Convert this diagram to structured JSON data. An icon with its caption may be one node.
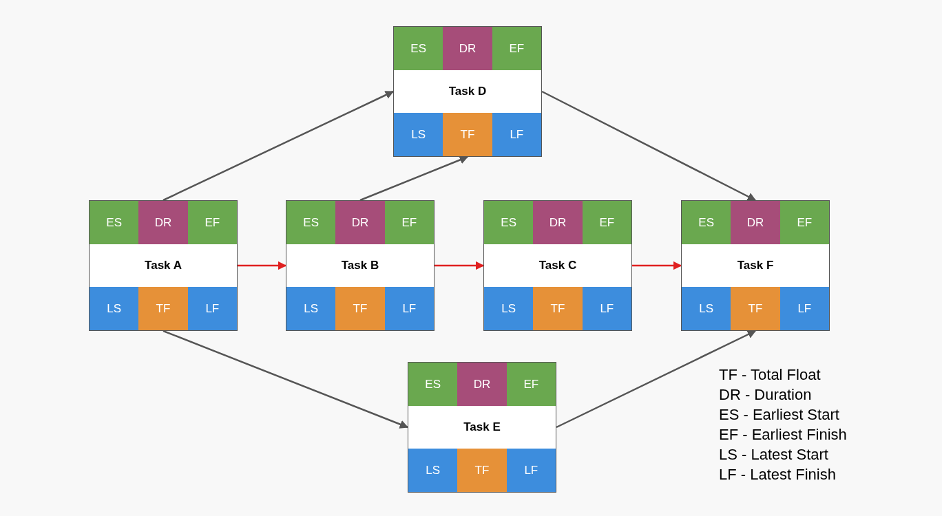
{
  "diagram": {
    "nodes": [
      {
        "text": [],
        "shape": "box"
      },
      {
        "text": [
          "ES"
        ],
        "in": 0
      },
      {
        "text": [
          "DR"
        ],
        "in": 0
      },
      {
        "text": [
          "EF"
        ],
        "in": 0
      },
      {
        "text": [
          "Task D"
        ],
        "in": 0
      },
      {
        "text": [
          "LS"
        ],
        "in": 0
      },
      {
        "text": [
          "TF"
        ],
        "in": 0
      },
      {
        "text": [
          "LF"
        ],
        "in": 0
      },
      {
        "text": [],
        "shape": "box"
      },
      {
        "text": [
          "ES"
        ],
        "in": 8
      },
      {
        "text": [
          "DR"
        ],
        "in": 8
      },
      {
        "text": [
          "EF"
        ],
        "in": 8
      },
      {
        "text": [
          "Task A"
        ],
        "in": 8
      },
      {
        "text": [
          "LS"
        ],
        "in": 8
      },
      {
        "text": [
          "TF"
        ],
        "in": 8
      },
      {
        "text": [
          "LF"
        ],
        "in": 8
      },
      {
        "text": [],
        "shape": "box"
      },
      {
        "text": [
          "ES"
        ],
        "in": 16
      },
      {
        "text": [
          "DR"
        ],
        "in": 16
      },
      {
        "text": [
          "EF"
        ],
        "in": 16
      },
      {
        "text": [
          "Task B"
        ],
        "in": 16
      },
      {
        "text": [
          "LS"
        ],
        "in": 16
      },
      {
        "text": [
          "TF"
        ],
        "in": 16
      },
      {
        "text": [
          "LF"
        ],
        "in": 16
      },
      {
        "text": [],
        "shape": "box"
      },
      {
        "text": [
          "ES"
        ],
        "in": 24
      },
      {
        "text": [
          "DR"
        ],
        "in": 24
      },
      {
        "text": [
          "EF"
        ],
        "in": 24
      },
      {
        "text": [
          "Task C"
        ],
        "in": 24
      },
      {
        "text": [
          "LS"
        ],
        "in": 24
      },
      {
        "text": [
          "TF"
        ],
        "in": 24
      },
      {
        "text": [
          "LF"
        ],
        "in": 24
      },
      {
        "text": [],
        "shape": "box"
      },
      {
        "text": [
          "ES"
        ],
        "in": 32
      },
      {
        "text": [
          "DR"
        ],
        "in": 32
      },
      {
        "text": [
          "EF"
        ],
        "in": 32
      },
      {
        "text": [
          "Task F"
        ],
        "in": 32
      },
      {
        "text": [
          "LS"
        ],
        "in": 32
      },
      {
        "text": [
          "TF"
        ],
        "in": 32
      },
      {
        "text": [
          "LF"
        ],
        "in": 32
      },
      {
        "text": [],
        "shape": "box"
      },
      {
        "text": [
          "ES"
        ],
        "in": 40
      },
      {
        "text": [
          "DR"
        ],
        "in": 40
      },
      {
        "text": [
          "EF"
        ],
        "in": 40
      },
      {
        "text": [
          "Task E"
        ],
        "in": 40
      },
      {
        "text": [
          "LS"
        ],
        "in": 40
      },
      {
        "text": [
          "TF"
        ],
        "in": 40
      },
      {
        "text": [
          "LF"
        ],
        "in": 40
      }
    ],
    "edges": [
      {
        "from": 8,
        "to": 0,
        "arrow": "to"
      },
      {
        "from": 16,
        "to": 0,
        "arrow": "to"
      },
      {
        "from": 0,
        "to": 32,
        "arrow": "to"
      },
      {
        "from": 8,
        "to": 16,
        "arrow": "to",
        "color": "#e02020"
      },
      {
        "from": 16,
        "to": 24,
        "arrow": "to",
        "color": "#e02020"
      },
      {
        "from": 24,
        "to": 32,
        "arrow": "to",
        "color": "#e02020"
      },
      {
        "from": 8,
        "to": 40,
        "arrow": "to"
      },
      {
        "from": 40,
        "to": 32,
        "arrow": "to"
      }
    ],
    "labels": [
      "TF - Total Float",
      "DR - Duration",
      "ES - Earliest Start",
      "EF - Earliest Finish",
      "LS - Latest Start",
      "LF - Latest Finish"
    ]
  }
}
